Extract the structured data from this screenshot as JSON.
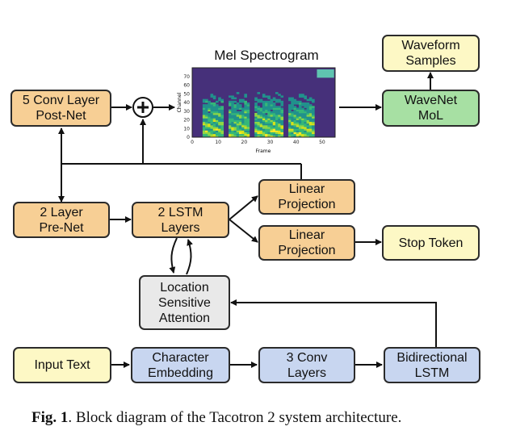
{
  "spectrogram": {
    "title": "Mel Spectrogram",
    "ylabel": "Channel",
    "xlabel": "Frame",
    "yticks": [
      "0",
      "10",
      "20",
      "30",
      "40",
      "50",
      "60",
      "70"
    ],
    "xticks": [
      "0",
      "10",
      "20",
      "30",
      "40",
      "50"
    ]
  },
  "blocks": {
    "postnet": "5 Conv Layer\nPost-Net",
    "prenet": "2 Layer\nPre-Net",
    "lstm": "2 LSTM\nLayers",
    "linear1": "Linear\nProjection",
    "linear2": "Linear\nProjection",
    "stop": "Stop Token",
    "wavenet": "WaveNet\nMoL",
    "waveform": "Waveform\nSamples",
    "attention": "Location\nSensitive\nAttention",
    "input": "Input Text",
    "embedding": "Character\nEmbedding",
    "conv3": "3 Conv\nLayers",
    "bilstm": "Bidirectional\nLSTM"
  },
  "adder_symbol": "+",
  "caption": {
    "label": "Fig. 1",
    "text": ". Block diagram of the Tacotron 2 system architecture."
  },
  "colors": {
    "orange": "#f7cf95",
    "green": "#a7e0a3",
    "yellow": "#fdf8c5",
    "blue": "#c8d6f0",
    "gray": "#e9e9e9"
  }
}
